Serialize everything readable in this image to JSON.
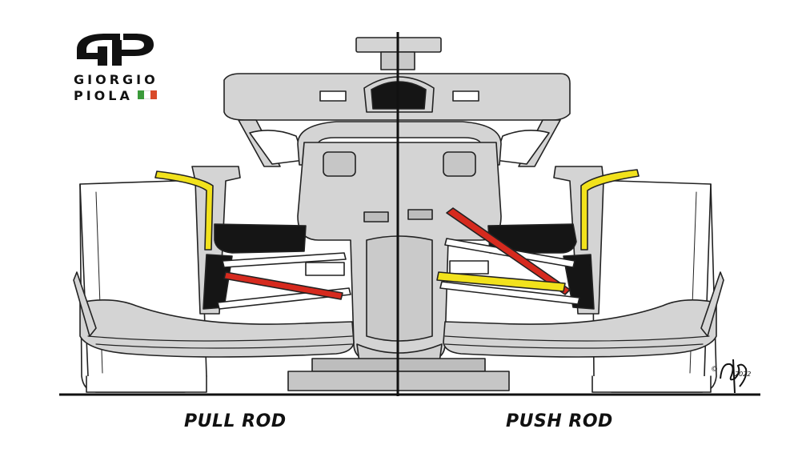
{
  "brand": {
    "line1": "GIORGIO",
    "line2": "PIOLA",
    "flag_colors": [
      "#3a9a3a",
      "#ffffff",
      "#d94a2a"
    ]
  },
  "labels": {
    "left": "PULL ROD",
    "right": "PUSH ROD"
  },
  "signature": {
    "mark": "©",
    "year": "2022"
  },
  "colors": {
    "body": "#d4d4d4",
    "outline": "#222222",
    "rod_red": "#d62a1e",
    "rod_yellow": "#f2e21c",
    "dark": "#151515"
  }
}
